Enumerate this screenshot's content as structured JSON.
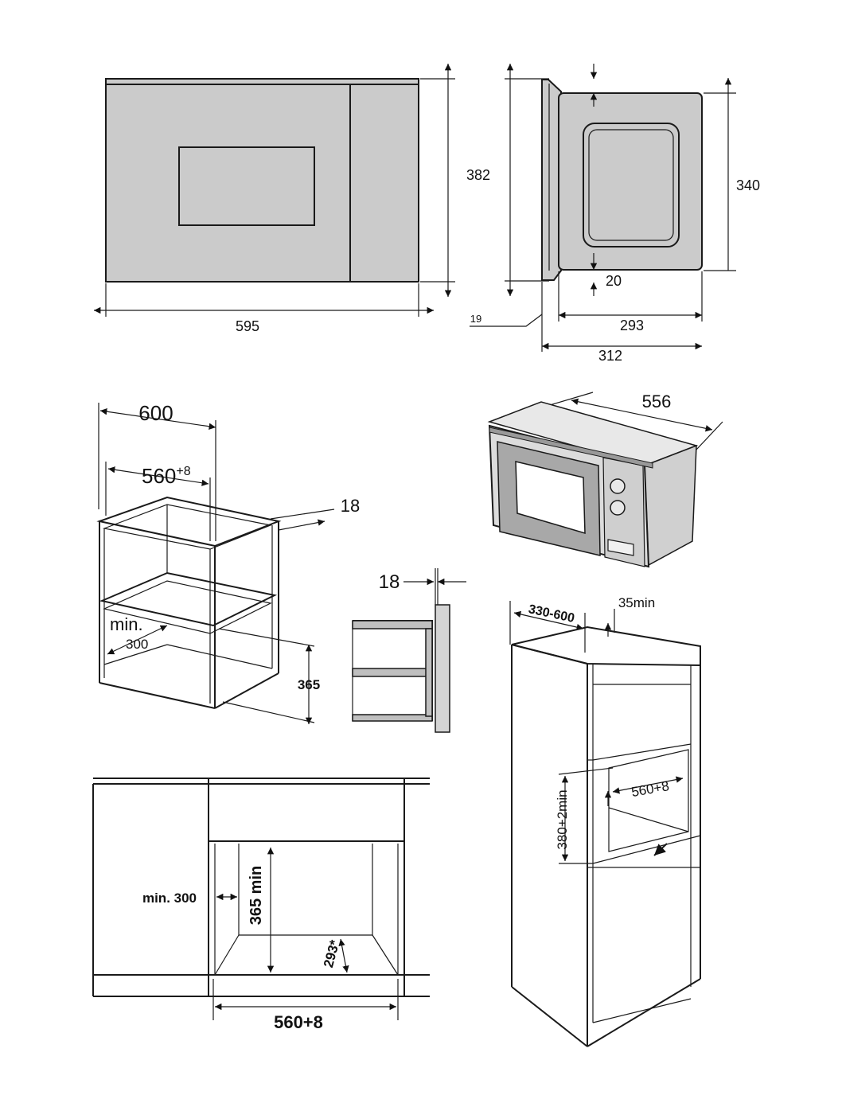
{
  "front_view": {
    "width_label": "595",
    "height_label": "382"
  },
  "side_view": {
    "depth_label": "312",
    "body_depth_label": "293",
    "frame_label": "19",
    "height_label": "340",
    "offset_label": "20"
  },
  "cabinet_top": {
    "outer_width_label": "600",
    "opening_label_base": "560",
    "opening_label_sup": "+8",
    "panel_label": "18",
    "min_label": "min.",
    "min_value": "300",
    "height_label": "365"
  },
  "panel_detail": {
    "thickness_label": "18"
  },
  "appliance_3d": {
    "width_label": "556"
  },
  "tall_unit": {
    "depth_label": "330-600",
    "gap_label": "35min",
    "opening_label": "560+8",
    "height_label": "380+2min"
  },
  "wall_unit": {
    "min_label": "min. 300",
    "height_label": "365 min",
    "depth_label": "293*",
    "width_label": "560+8"
  }
}
